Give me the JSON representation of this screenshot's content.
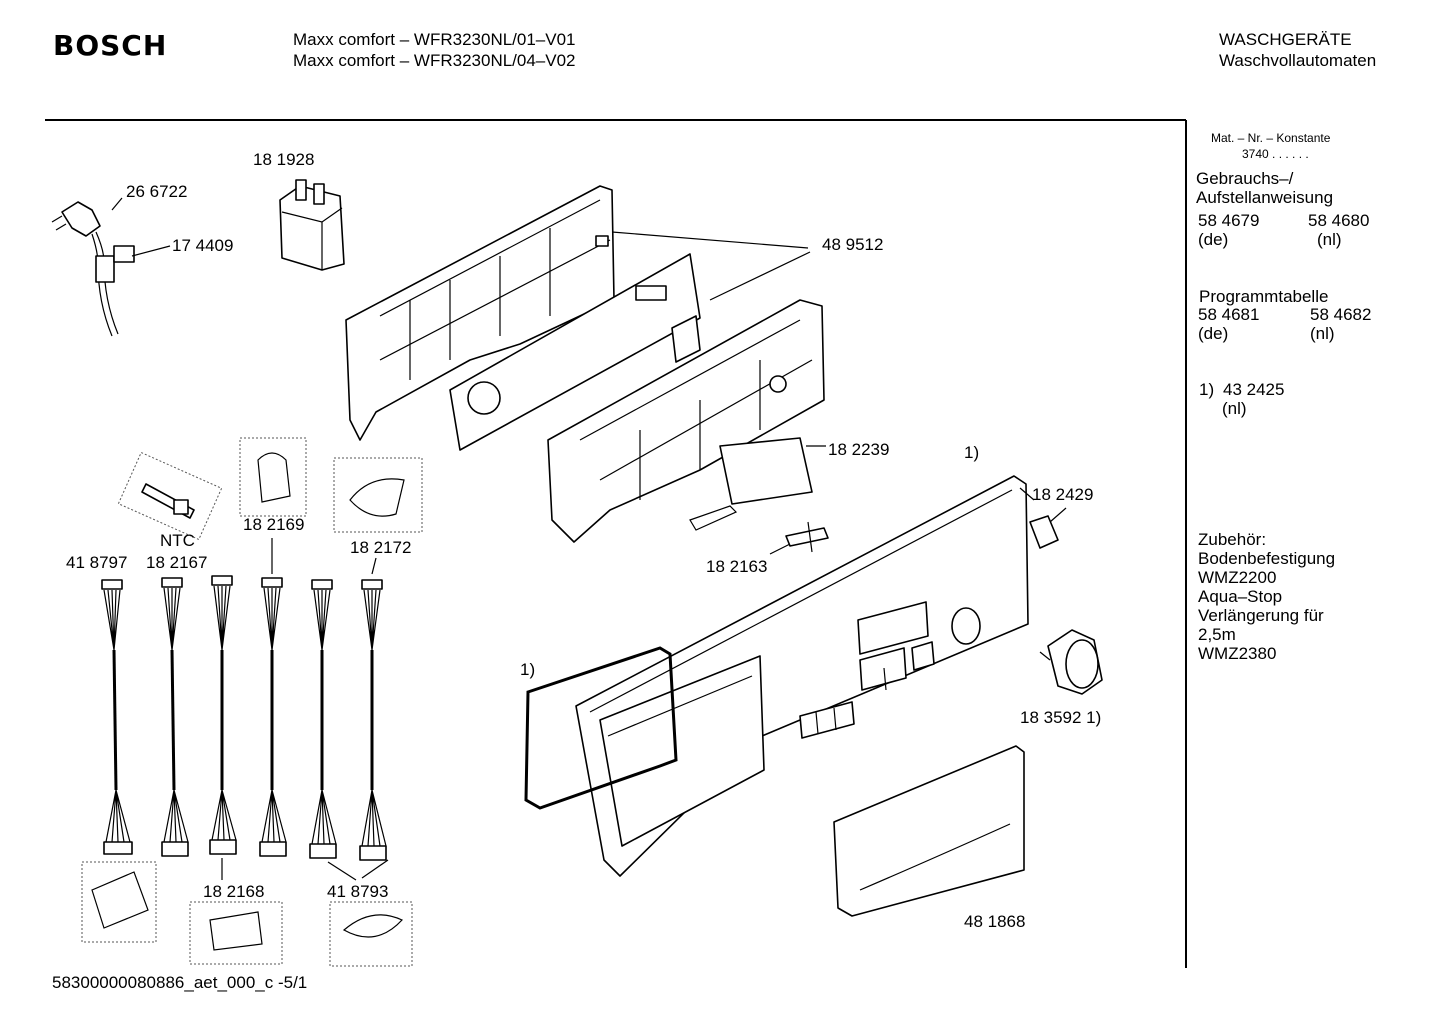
{
  "header": {
    "brand": "BOSCH",
    "model_line_1": "Maxx comfort – WFR3230NL/01–V01",
    "model_line_2": "Maxx comfort – WFR3230NL/04–V02",
    "category": "WASCHGERÄTE",
    "subcategory": "Waschvollautomaten"
  },
  "sidebar": {
    "mat_nr_label": "Mat. – Nr. – Konstante",
    "mat_nr_value": "3740  .  .  .  .  .  .",
    "manual_title_1": "Gebrauchs–/",
    "manual_title_2": "Aufstellanweisung",
    "manual_de_number": "58 4679",
    "manual_nl_number": "58 4680",
    "manual_de_lang": "(de)",
    "manual_nl_lang": "(nl)",
    "program_title": "Programmtabelle",
    "program_de_number": "58 4681",
    "program_nl_number": "58 4682",
    "program_de_lang": "(de)",
    "program_nl_lang": "(nl)",
    "note_marker": "1)",
    "note_number": "43 2425",
    "note_lang": "(nl)",
    "accessories": [
      "Zubehör:",
      "Bodenbefestigung",
      "WMZ2200",
      "Aqua–Stop",
      "Verlängerung für",
      "2,5m",
      "WMZ2380"
    ]
  },
  "parts": {
    "p266722": "26 6722",
    "p174409": "17 4409",
    "p181928": "18 1928",
    "p489512": "48 9512",
    "p182239": "18 2239",
    "note1_top": "1)",
    "p182429": "18 2429",
    "p182163": "18 2163",
    "p182169": "18 2169",
    "ntc": "NTC",
    "p182172": "18 2172",
    "p418797": "41 8797",
    "p182167": "18 2167",
    "note1_left": "1)",
    "p183592": "18 3592 1)",
    "p182168": "18 2168",
    "p418793": "41 8793",
    "p481868": "48 1868"
  },
  "footer": {
    "doc_id": "58300000080886_aet_000_c -5/1"
  }
}
